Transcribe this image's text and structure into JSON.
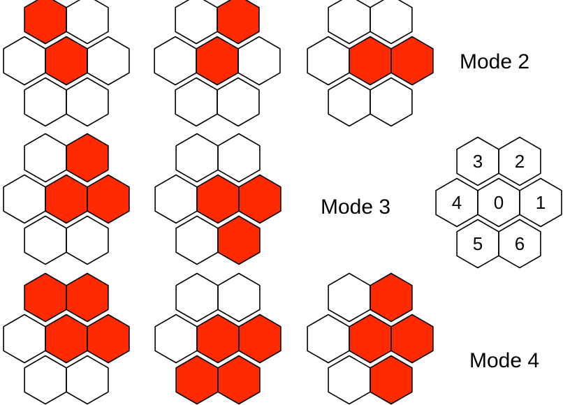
{
  "colors": {
    "active": "#ff2a00",
    "inactive": "#ffffff",
    "stroke": "#000000"
  },
  "modes": [
    {
      "label": "Mode 2",
      "patterns": [
        [
          0,
          3
        ],
        [
          0,
          2
        ],
        [
          0,
          1
        ]
      ]
    },
    {
      "label": "Mode 3",
      "patterns": [
        [
          0,
          1,
          2
        ],
        [
          0,
          1,
          6
        ]
      ]
    },
    {
      "label": "Mode 4",
      "patterns": [
        [
          0,
          1,
          2,
          3
        ],
        [
          0,
          1,
          5,
          6
        ],
        [
          0,
          1,
          2,
          6
        ]
      ]
    }
  ],
  "legend": {
    "cells": [
      "0",
      "1",
      "2",
      "3",
      "4",
      "5",
      "6"
    ]
  }
}
